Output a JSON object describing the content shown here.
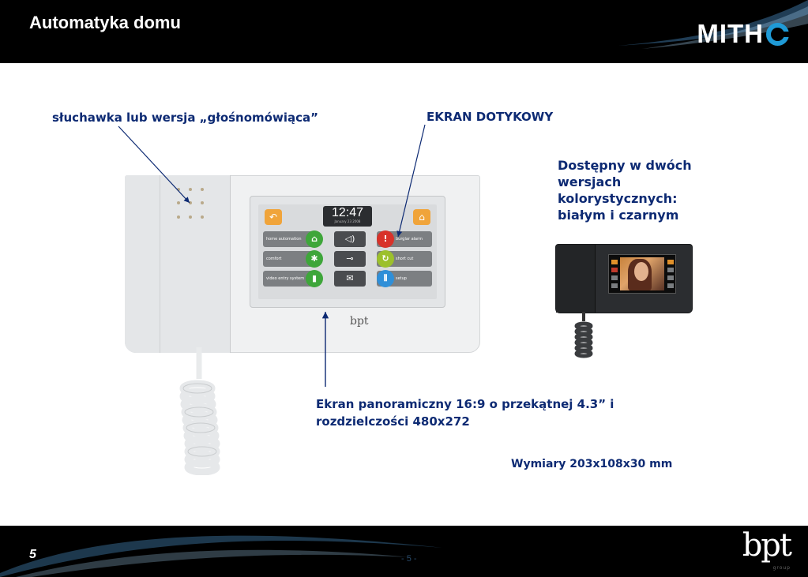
{
  "header": {
    "title": "Automatyka domu",
    "brand": "MITH"
  },
  "annotations": {
    "handset": "słuchawka lub wersja „głośnomówiąca”",
    "touch_screen": "EKRAN DOTYKOWY",
    "versions": "Dostępny w dwóch wersjach kolorystycznych: białym i czarnym",
    "screen_spec": "Ekran panoramiczny 16:9 o przekątnej 4.3” i rozdzielczości 480x272",
    "dimensions": "Wymiary 203x108x30 mm"
  },
  "device": {
    "clock_time": "12:47",
    "clock_date": "January 23 2008",
    "left_buttons": [
      "home automation",
      "comfort",
      "video entry system"
    ],
    "right_buttons": [
      "burglar alarm",
      "short cut",
      "setup"
    ],
    "logo": "bpt"
  },
  "footer": {
    "page_number": "5",
    "page_number_ghost": "- 5 -",
    "logo": "bpt",
    "logo_sub": "group"
  },
  "colors": {
    "annotation": "#0d2a73",
    "accent": "#1f9ad6",
    "header_bg": "#000000"
  }
}
